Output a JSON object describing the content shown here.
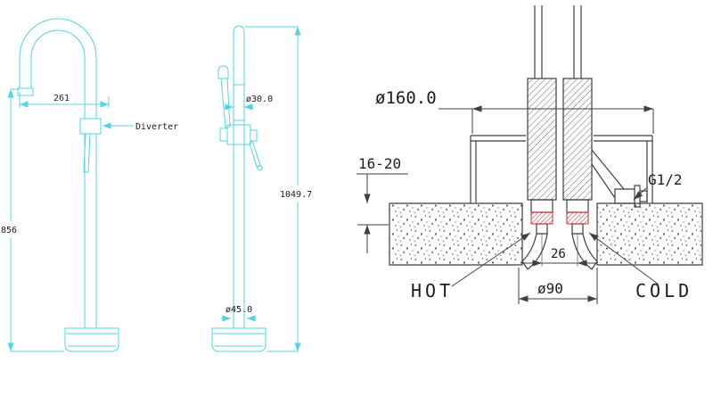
{
  "colors": {
    "faucet_outline": "#55d3e1",
    "section_line": "#3f3f3f",
    "red_accent": "#c03030",
    "text": "#1c1c1c",
    "background": "#ffffff"
  },
  "front_view": {
    "spout_reach": "261",
    "spout_height": "856",
    "diverter_label": "Diverter"
  },
  "side_view": {
    "column_diameter": "ø30.0",
    "overall_height": "1049.7",
    "base_diameter": "ø45.0"
  },
  "section_view": {
    "cover_diameter": "ø160.0",
    "floor_thickness": "16-20",
    "thread_size": "G1/2",
    "inlet_spacing": "26",
    "hole_diameter": "ø90",
    "hot_label": "HOT",
    "cold_label": "COLD"
  }
}
